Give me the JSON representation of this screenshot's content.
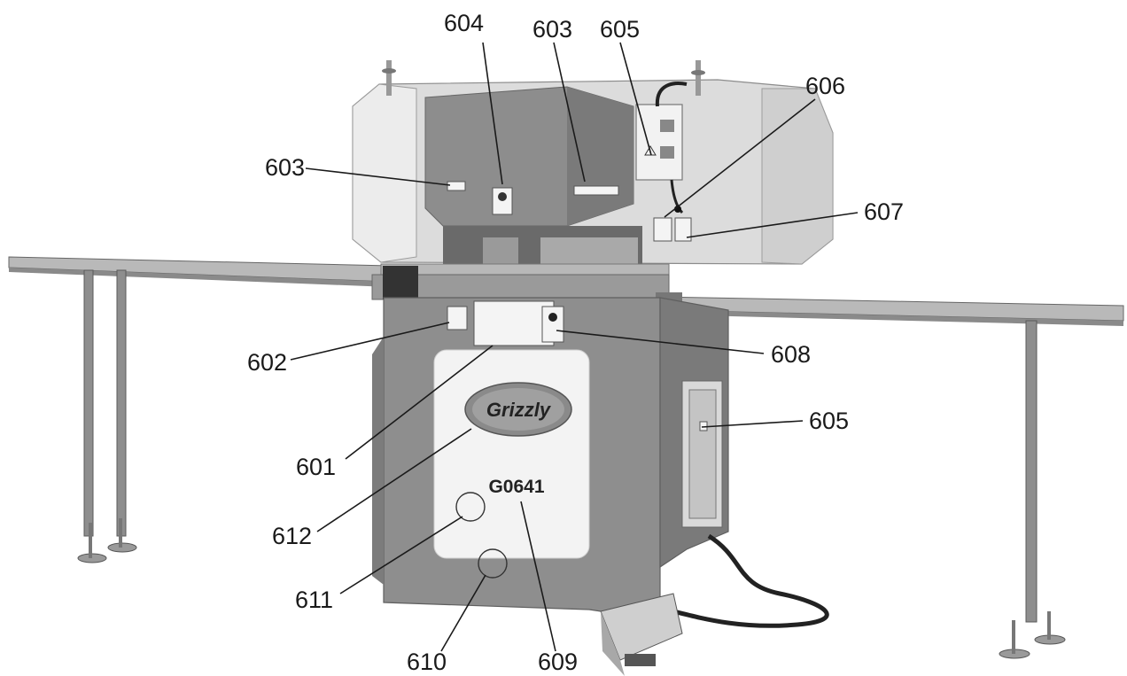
{
  "labels": {
    "c604": "604",
    "c603_top": "603",
    "c605_top": "605",
    "c606": "606",
    "c603_left": "603",
    "c607": "607",
    "c602": "602",
    "c608": "608",
    "c605_side": "605",
    "c601": "601",
    "c612": "612",
    "c611": "611",
    "c610": "610",
    "c609": "609"
  },
  "machine": {
    "brand_logo": "Grizzly",
    "model": "G0641"
  },
  "colors": {
    "guard_light": "#dcdcdc",
    "guard_mid": "#bdbdbd",
    "body_gray": "#8e8e8e",
    "body_dark": "#6f6f6f",
    "panel_white": "#f3f3f3",
    "rail": "#a8a8a8",
    "line": "#1a1a1a"
  }
}
